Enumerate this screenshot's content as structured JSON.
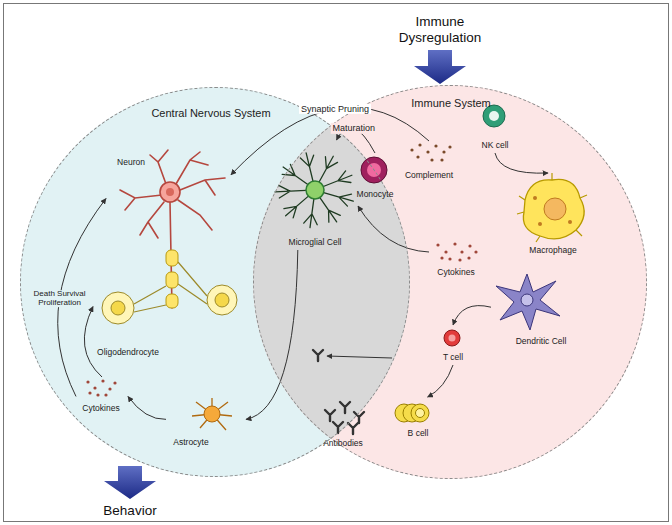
{
  "diagram": {
    "nodes": [
      {
        "text": [
          "Central Nervous System"
        ]
      },
      {
        "text": [
          "Immune System"
        ]
      },
      {
        "text": [
          "Neuron"
        ],
        "in": 0
      },
      {
        "text": [
          "Microglial Cell"
        ]
      },
      {
        "text": [
          "Complement"
        ],
        "in": 1
      },
      {
        "text": [
          "NK cell"
        ],
        "in": 1
      },
      {
        "text": [
          "Monocyte"
        ],
        "in": 1
      },
      {
        "text": [
          "Macrophage"
        ],
        "in": 1
      },
      {
        "text": [
          "Oligodendrocyte"
        ],
        "in": 0
      },
      {
        "text": [
          "Cytokines"
        ],
        "in": 1
      },
      {
        "text": [
          "Dendritic Cell"
        ],
        "in": 1
      },
      {
        "text": [
          "T cell"
        ],
        "in": 1
      },
      {
        "text": [
          "Cytokines"
        ],
        "in": 0
      },
      {
        "text": [
          "Astrocyte"
        ],
        "in": 0
      },
      {
        "text": [
          "B cell"
        ],
        "in": 1
      },
      {
        "text": [
          "Antibodies"
        ],
        "in": 1
      }
    ],
    "edges": [
      {
        "from": 4,
        "to": 2,
        "label": "Synaptic Pruning",
        "arrow": "to"
      },
      {
        "from": 6,
        "to": 3,
        "label": "Maturation",
        "arrow": "to"
      },
      {
        "from": 5,
        "to": 7,
        "arrow": "to"
      },
      {
        "from": 9,
        "to": 3,
        "arrow": "to"
      },
      {
        "from": 10,
        "to": 11,
        "arrow": "to"
      },
      {
        "from": 11,
        "to": 14,
        "arrow": "to"
      },
      {
        "from": 12,
        "to": 2,
        "label": "Death Survival Proliferation",
        "arrow": "to"
      },
      {
        "from": 12,
        "to": 8,
        "arrow": "to"
      },
      {
        "from": 13,
        "to": 12,
        "arrow": "to"
      },
      {
        "from": 3,
        "to": 13,
        "arrow": "to"
      }
    ],
    "labels": [
      "Immune Dysregulation",
      "Behavior"
    ]
  }
}
